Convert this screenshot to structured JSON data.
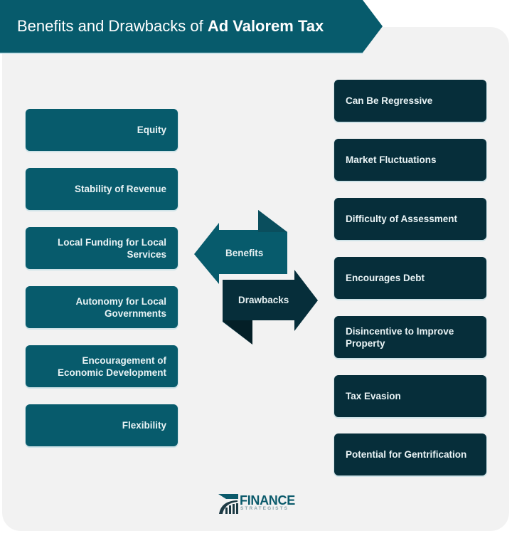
{
  "title": {
    "prefix": "Benefits and Drawbacks of ",
    "emphasis": "Ad Valorem Tax"
  },
  "colors": {
    "banner": "#075b6c",
    "benefit_box": "#075b6c",
    "drawback_box": "#062e3a",
    "card_background": "#f2f2f2"
  },
  "center": {
    "benefits_label": "Benefits",
    "drawbacks_label": "Drawbacks"
  },
  "benefits": [
    {
      "label": "Equity"
    },
    {
      "label": "Stability of Revenue"
    },
    {
      "label": "Local Funding for Local Services"
    },
    {
      "label": "Autonomy for Local Governments"
    },
    {
      "label": "Encouragement of Economic Development"
    },
    {
      "label": "Flexibility"
    }
  ],
  "drawbacks": [
    {
      "label": "Can Be Regressive"
    },
    {
      "label": "Market Fluctuations"
    },
    {
      "label": "Difficulty of Assessment"
    },
    {
      "label": "Encourages Debt"
    },
    {
      "label": "Disincentive to Improve Property"
    },
    {
      "label": "Tax Evasion"
    },
    {
      "label": "Potential for Gentrification"
    }
  ],
  "logo": {
    "line1": "FINANCE",
    "line2": "STRATEGISTS"
  }
}
